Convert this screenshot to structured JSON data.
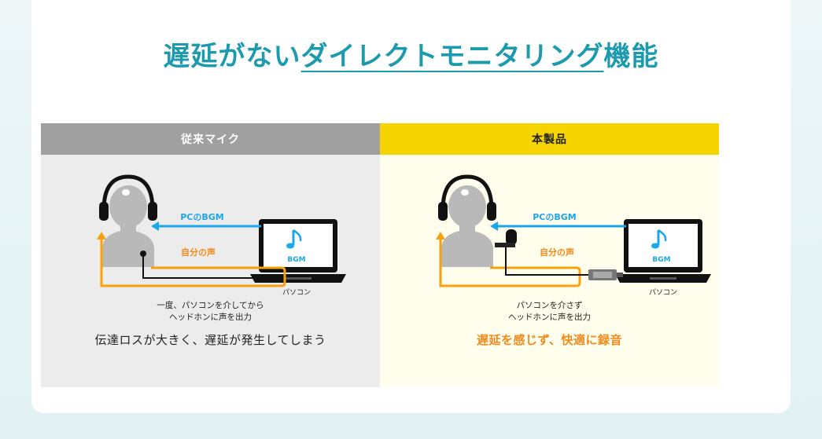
{
  "title": {
    "prefix": "遅延がない",
    "underlined": "ダイレクトモニタリング",
    "suffix": "機能"
  },
  "left_panel": {
    "header": "従来マイク",
    "pc_bgm_label": "PCのBGM",
    "voice_label": "自分の声",
    "laptop_label": "パソコン",
    "screen_bgm": "BGM",
    "caption_line1": "一度、パソコンを介してから",
    "caption_line2": "ヘッドホンに声を出力",
    "result": "伝達ロスが大きく、遅延が発生してしまう"
  },
  "right_panel": {
    "header": "本製品",
    "pc_bgm_label": "PCのBGM",
    "voice_label": "自分の声",
    "laptop_label": "パソコン",
    "screen_bgm": "BGM",
    "caption_line1": "パソコンを介さず",
    "caption_line2": "ヘッドホンに声を出力",
    "result": "遅延を感じず、快適に録音"
  },
  "colors": {
    "title": "#1d9aae",
    "blue_arrow": "#1aa7ea",
    "orange_path": "#f4a20f",
    "orange_text": "#f08a1c",
    "left_header": "#a0a0a0",
    "right_header": "#f5d400"
  },
  "icons": [
    "headphones-person-icon",
    "laptop-icon",
    "music-note-icon",
    "lavalier-mic-icon",
    "usb-adapter-icon"
  ]
}
